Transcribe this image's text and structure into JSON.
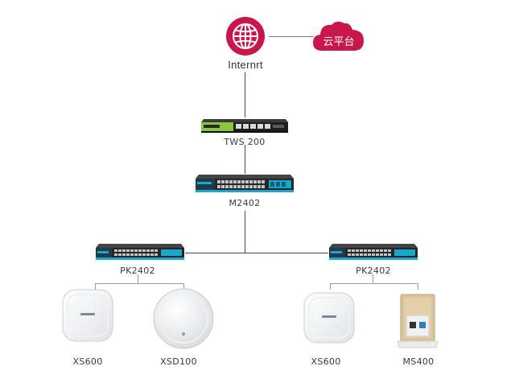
{
  "diagram": {
    "internet": {
      "label": "Internrt"
    },
    "cloud": {
      "label": "云平台",
      "color": "#c8174b"
    },
    "gateway": {
      "label": "TWS 200",
      "accent": "#7bc242"
    },
    "core_switch": {
      "label": "M2402",
      "accent": "#1aa7c9"
    },
    "access_switches": [
      {
        "label": "PK2402"
      },
      {
        "label": "PK2402"
      }
    ],
    "endpoints": [
      {
        "label": "XS600",
        "icon": "ceiling-ap"
      },
      {
        "label": "XSD100",
        "icon": "round-ap"
      },
      {
        "label": "XS600",
        "icon": "ceiling-ap"
      },
      {
        "label": "MS400",
        "icon": "wall-panel-ap"
      }
    ],
    "globe_color": "#c8174b",
    "link_color": "#4a4a4a"
  }
}
